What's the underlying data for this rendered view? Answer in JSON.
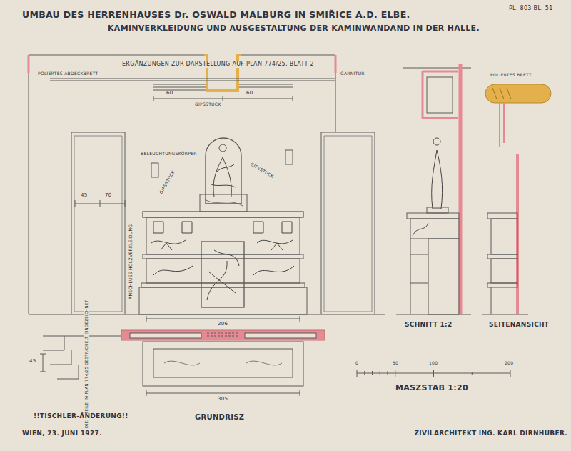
{
  "diagram": {
    "title": "UMBAU DES HERRENHAUSES Dr. OSWALD MALBURG IN SMIŘICE A.D. ELBE.",
    "labels": [
      "KAMINVERKLEIDUNG UND AUSGESTALTUNG DER KAMINWANDAND IN DER HALLE.",
      "PL. 803 BL. 51",
      "ERGÄNZUNGEN ZUR DARSTELLUNG AUF PLAN 774/25, BLATT 2",
      "POLIERTES ABDECKBRETT",
      "60",
      "60",
      "GIPSSTUCK",
      "GARNITUR",
      "BELEUCHTUNGSKÖRPER",
      "GIPSSTUCK",
      "GIPSSTUCK",
      "45",
      "70",
      "ANSCHLUSS HOLZVERKLEIDUNG",
      "206",
      "POLIERTES BRETT",
      "SCHNITT 1:2",
      "SEITENANSICHT",
      "0",
      "50",
      "100",
      "200",
      "MASZSTAB 1:20",
      "305",
      "45",
      "DIESE TEILE IM PLAN 774/25 GESTRICHELT EINGEZEICHNET",
      "!!TISCHLER-ÄNDERUNG!!",
      "GRUNDRISZ",
      "WIEN, 23. JUNI 1927.",
      "ZIVILARCHITEKT ING. KARL DIRNHUBER."
    ]
  }
}
